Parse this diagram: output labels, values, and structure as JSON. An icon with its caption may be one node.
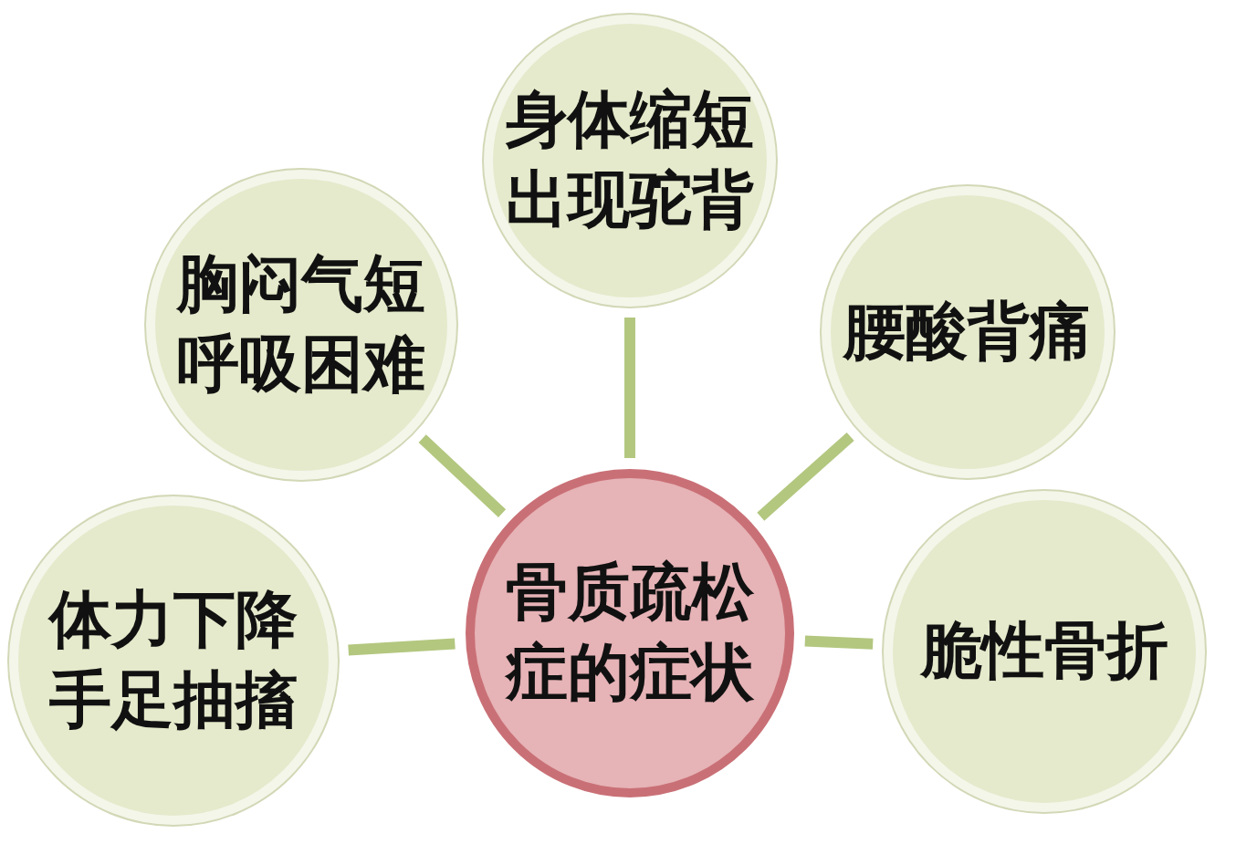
{
  "diagram": {
    "nodes": [
      {
        "text": [
          "身体缩短出现驼背"
        ]
      },
      {
        "text": [
          "胸闷气短呼吸困难"
        ]
      },
      {
        "text": [
          "腰酸背痛"
        ]
      },
      {
        "text": [
          "骨质疏松症的症状"
        ]
      },
      {
        "text": [
          "体力下降手足抽搐"
        ]
      },
      {
        "text": [
          "脆性骨折"
        ]
      }
    ],
    "edges": [
      {
        "from": 3,
        "to": 0,
        "arrow": "none"
      },
      {
        "from": 3,
        "to": 1,
        "arrow": "none"
      },
      {
        "from": 3,
        "to": 2,
        "arrow": "none"
      },
      {
        "from": 3,
        "to": 4,
        "arrow": "none"
      },
      {
        "from": 3,
        "to": 5,
        "arrow": "none"
      }
    ]
  }
}
